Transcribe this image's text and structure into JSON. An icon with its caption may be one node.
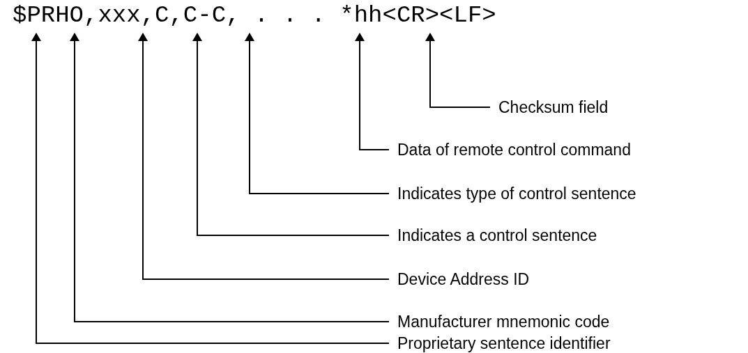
{
  "diagram": {
    "nodes": [
      {
        "text": [
          "$PRHO,xxx,C,C-C, . . . *hh<CR><LF>"
        ]
      },
      {
        "text": [
          "Checksum field"
        ]
      },
      {
        "text": [
          "Data of remote control command"
        ]
      },
      {
        "text": [
          "Indicates type of control sentence"
        ]
      },
      {
        "text": [
          "Indicates a control sentence"
        ]
      },
      {
        "text": [
          "Device Address ID"
        ]
      },
      {
        "text": [
          "Manufacturer mnemonic code"
        ]
      },
      {
        "text": [
          "Proprietary sentence identifier"
        ]
      }
    ],
    "edges": [
      {
        "from": 1,
        "to": 0,
        "arrow": "to"
      },
      {
        "from": 2,
        "to": 0,
        "arrow": "to"
      },
      {
        "from": 3,
        "to": 0,
        "arrow": "to"
      },
      {
        "from": 4,
        "to": 0,
        "arrow": "to"
      },
      {
        "from": 5,
        "to": 0,
        "arrow": "to"
      },
      {
        "from": 6,
        "to": 0,
        "arrow": "to"
      },
      {
        "from": 7,
        "to": 0,
        "arrow": "to"
      }
    ]
  }
}
